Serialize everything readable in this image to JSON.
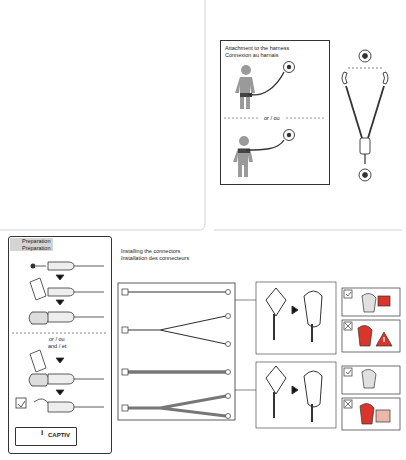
{
  "diagram": {
    "nodes": [
      {
        "text": [
          "Attachment to the harness",
          "Connexion au harnais"
        ]
      },
      {
        "text": [
          "Preparation",
          "Préparation"
        ]
      },
      {
        "text": [
          "CAPTIV"
        ],
        "in": 1
      }
    ],
    "labels": [
      "or / ou",
      "or / ou",
      "and / et",
      "Installing the connectors",
      "Installation des connecteurs",
      "i"
    ]
  }
}
